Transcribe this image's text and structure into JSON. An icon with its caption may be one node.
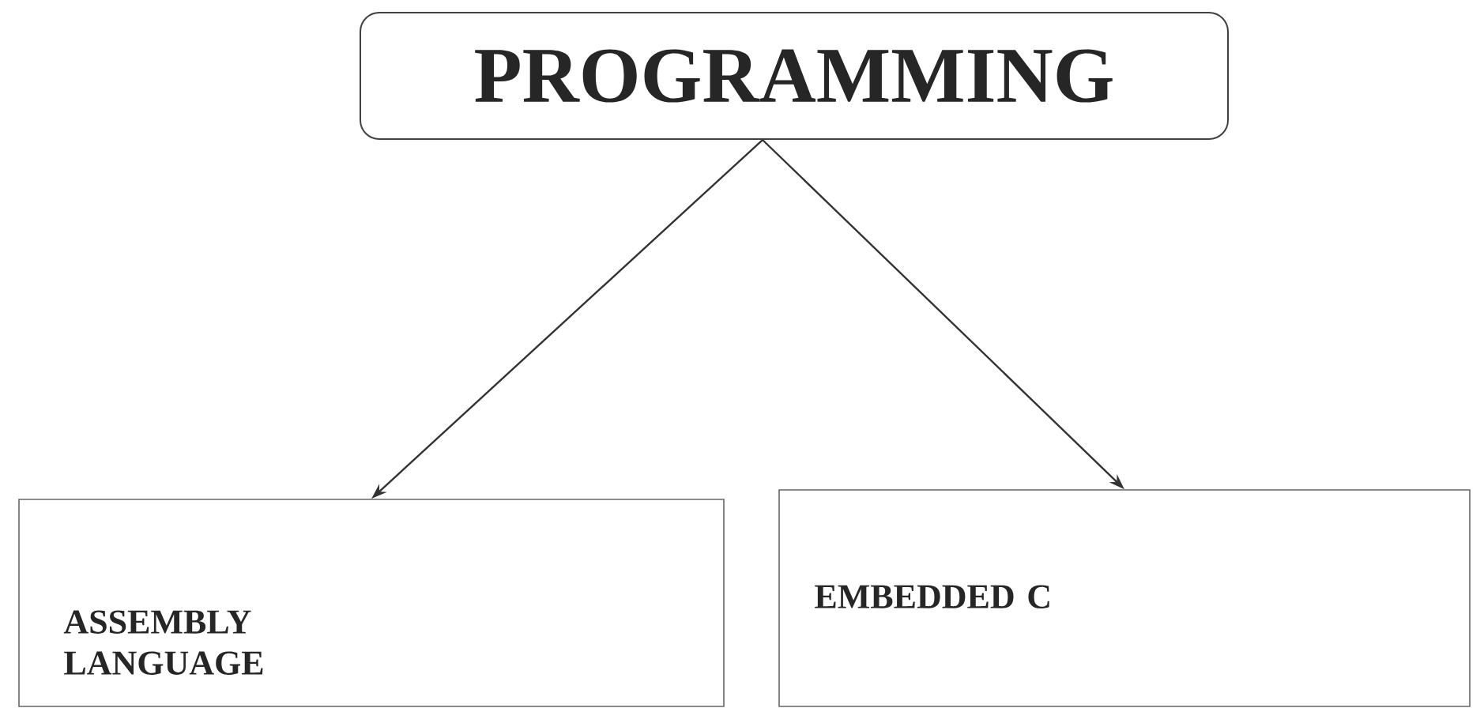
{
  "diagram": {
    "nodes": [
      {
        "text": [
          "PROGRAMMING"
        ]
      },
      {
        "text": [
          "ASSEMBLY LANGUAGE"
        ]
      },
      {
        "text": [
          "EMBEDDED C"
        ]
      }
    ],
    "edges": [
      {
        "from": 0,
        "to": 1,
        "arrow": "to"
      },
      {
        "from": 0,
        "to": 2,
        "arrow": "to"
      }
    ]
  }
}
